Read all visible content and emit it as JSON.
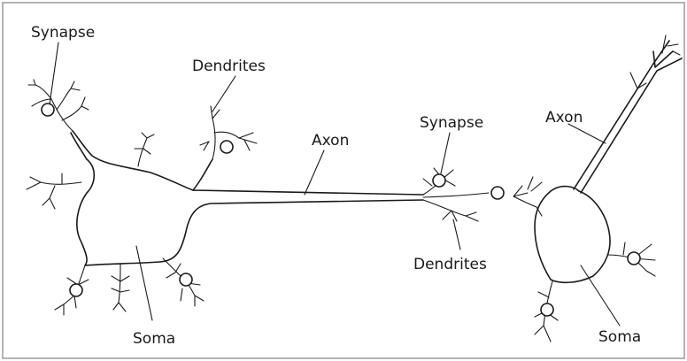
{
  "labels": {
    "synapse_left": "Synapse",
    "dendrites_left": "Dendrites",
    "axon_middle": "Axon",
    "synapse_right": "Synapse",
    "axon_right": "Axon",
    "dendrites_middle": "Dendrites",
    "soma_left": "Soma",
    "soma_right": "Soma"
  },
  "colors": {
    "ink": "#1a1a1a",
    "background": "#ffffff",
    "frame": "#9a9a9a"
  }
}
